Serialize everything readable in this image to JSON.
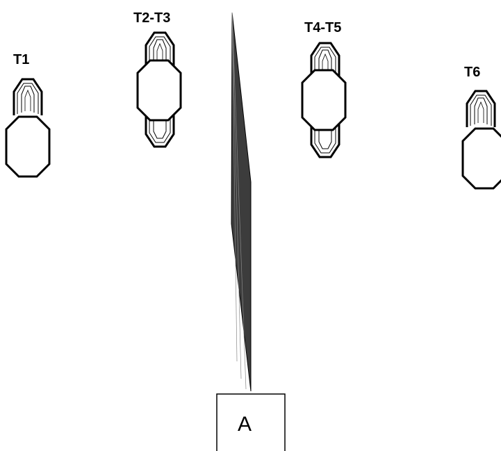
{
  "labels": {
    "t1": "T1",
    "t2_t3": "T2-T3",
    "t4_t5": "T4-T5",
    "t6": "T6",
    "box": "A"
  },
  "colors": {
    "stroke": "#000000",
    "needle": "#3c3c3c",
    "background": "#ffffff"
  }
}
